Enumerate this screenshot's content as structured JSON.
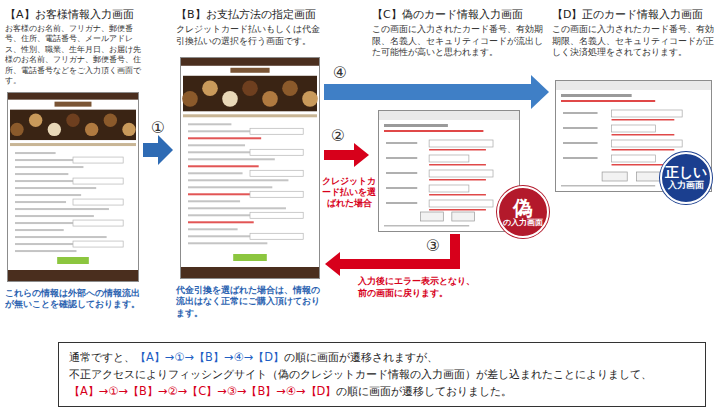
{
  "diagram": {
    "nodes": [
      {
        "text": [
          "【A】お客様情報入力画面",
          "お客様のお名前、フリガナ、郵便番号、住所、電話番号、メールアドレス、性別、職業、生年月日、お届け先様のお名前、フリガナ、郵便番号、住所、電話番号などをご入力頂く画面です。",
          "これらの情報は外部への情報流出が無いことを確認しております。"
        ]
      },
      {
        "text": [
          "【B】お支払方法の指定画面",
          "クレジットカード払いもしくは代金引換払いの選択を行う画面です。",
          "代金引換を選ばれた場合は、情報の流出はなく正常にご購入頂けております。"
        ]
      },
      {
        "text": [
          "【C】偽のカード情報入力画面",
          "この画面に入力されたカード番号、有効期限、名義人、セキュリティコードが流出した可能性が高いと思われます。"
        ]
      },
      {
        "text": [
          "偽",
          "の入力画面"
        ],
        "in": 2
      },
      {
        "text": [
          "【D】正のカード情報入力画面",
          "この画面に入力されたカード番号、有効期限、名義人、セキュリティコードが正しく決済処理をされております。"
        ]
      },
      {
        "text": [
          "正しい",
          "入力画面"
        ],
        "in": 4
      },
      {
        "text": [
          "通常ですと、",
          "【A】→①→【B】→④→【D】",
          "の順に画面が遷移されますが、",
          "不正アクセスによりフィッシングサイト（偽のクレジットカード情報の入力画面）が差し込まれたことによりまして、",
          "【A】→①→【B】→②→【C】→③→【B】→④→【D】",
          "の順に画面が遷移しておりました。"
        ]
      }
    ],
    "edges": [
      {
        "from": 0,
        "to": 1,
        "label": "①",
        "arrow": "to"
      },
      {
        "from": 1,
        "to": 4,
        "label": "④",
        "arrow": "to"
      },
      {
        "from": 1,
        "to": 2,
        "label": "②",
        "arrow": "to"
      },
      {
        "from": 2,
        "to": 1,
        "label": "③",
        "arrow": "to"
      }
    ],
    "labels": [
      "クレジットカード払いを選ばれた場合",
      "入力後にエラー表示となり、前の画面に戻ります。"
    ]
  }
}
